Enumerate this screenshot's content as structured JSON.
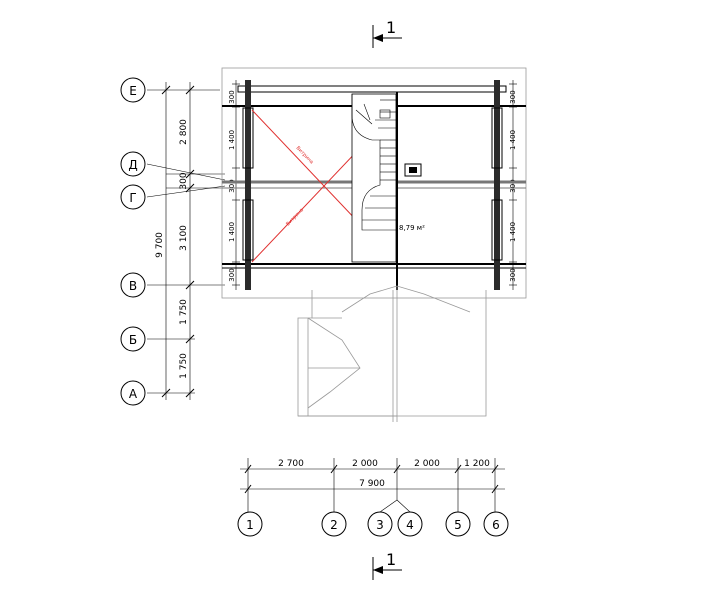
{
  "section_mark": {
    "label": "1"
  },
  "area_label": "8,79 м²",
  "axes_rows": {
    "e": "Е",
    "d": "Д",
    "g": "Г",
    "v": "В",
    "b": "Б",
    "a": "А"
  },
  "axes_cols": {
    "c1": "1",
    "c2": "2",
    "c3": "3",
    "c4": "4",
    "c5": "5",
    "c6": "6"
  },
  "dims_left": {
    "total": "9 700",
    "d_e": "2 800",
    "g_d": "300",
    "v_g": "3 100",
    "b_v": "1 750",
    "a_b": "1 750"
  },
  "dims_bottom": {
    "d12": "2 700",
    "d23": "2 000",
    "d35": "2 000",
    "d56": "1 200",
    "total": "7 900"
  },
  "dims_inner": {
    "t300": "300",
    "t1400": "1 400"
  },
  "diag_labels": {
    "upper": "Витрина",
    "lower": "Витрина"
  }
}
